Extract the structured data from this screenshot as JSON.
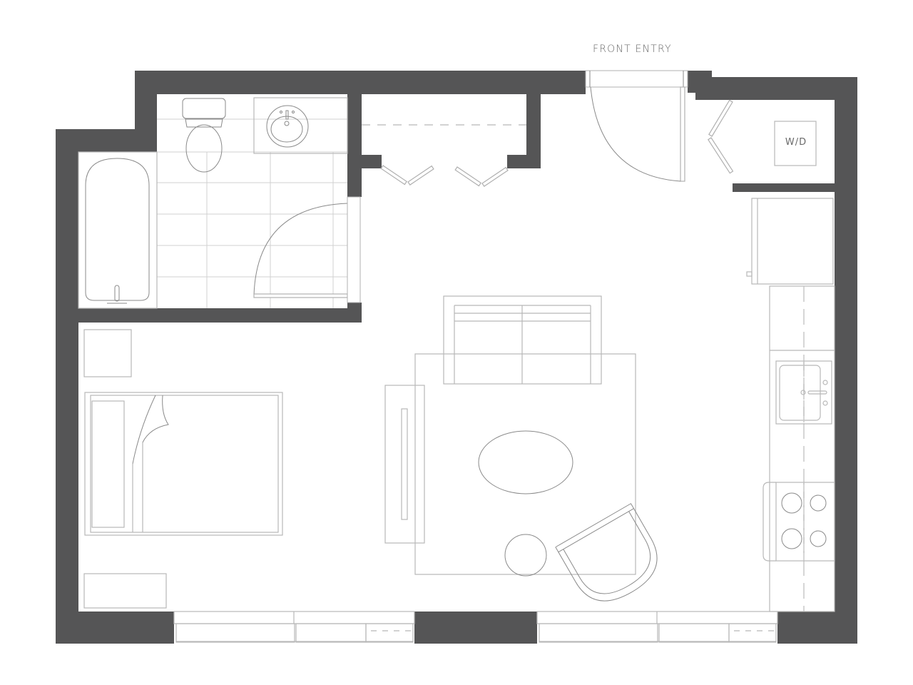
{
  "plan": {
    "title": "Studio apartment floor plan",
    "labels": {
      "front_entry": "FRONT ENTRY",
      "washer_dryer": "W/D"
    },
    "colors": {
      "wall": "#555556",
      "line": "#b8b8b8",
      "background": "#ffffff",
      "text": "#6a6a6a"
    },
    "rooms": [
      {
        "name": "Bathroom",
        "fixtures": [
          "bathtub",
          "toilet",
          "sink-vanity",
          "swing-door"
        ]
      },
      {
        "name": "Closet",
        "fixtures": [
          "bifold-doors",
          "hanging-rod"
        ]
      },
      {
        "name": "Entry",
        "fixtures": [
          "front-door"
        ]
      },
      {
        "name": "Laundry closet",
        "fixtures": [
          "washer-dryer",
          "bifold-door"
        ]
      },
      {
        "name": "Kitchen",
        "fixtures": [
          "refrigerator",
          "counter",
          "kitchen-sink",
          "range-4-burner"
        ]
      },
      {
        "name": "Sleeping area",
        "fixtures": [
          "bed",
          "nightstand",
          "bench"
        ]
      },
      {
        "name": "Living area",
        "fixtures": [
          "sofa",
          "rug",
          "media-console",
          "oval-coffee-table",
          "round-side-table",
          "armchair"
        ]
      }
    ],
    "windows": 4
  }
}
